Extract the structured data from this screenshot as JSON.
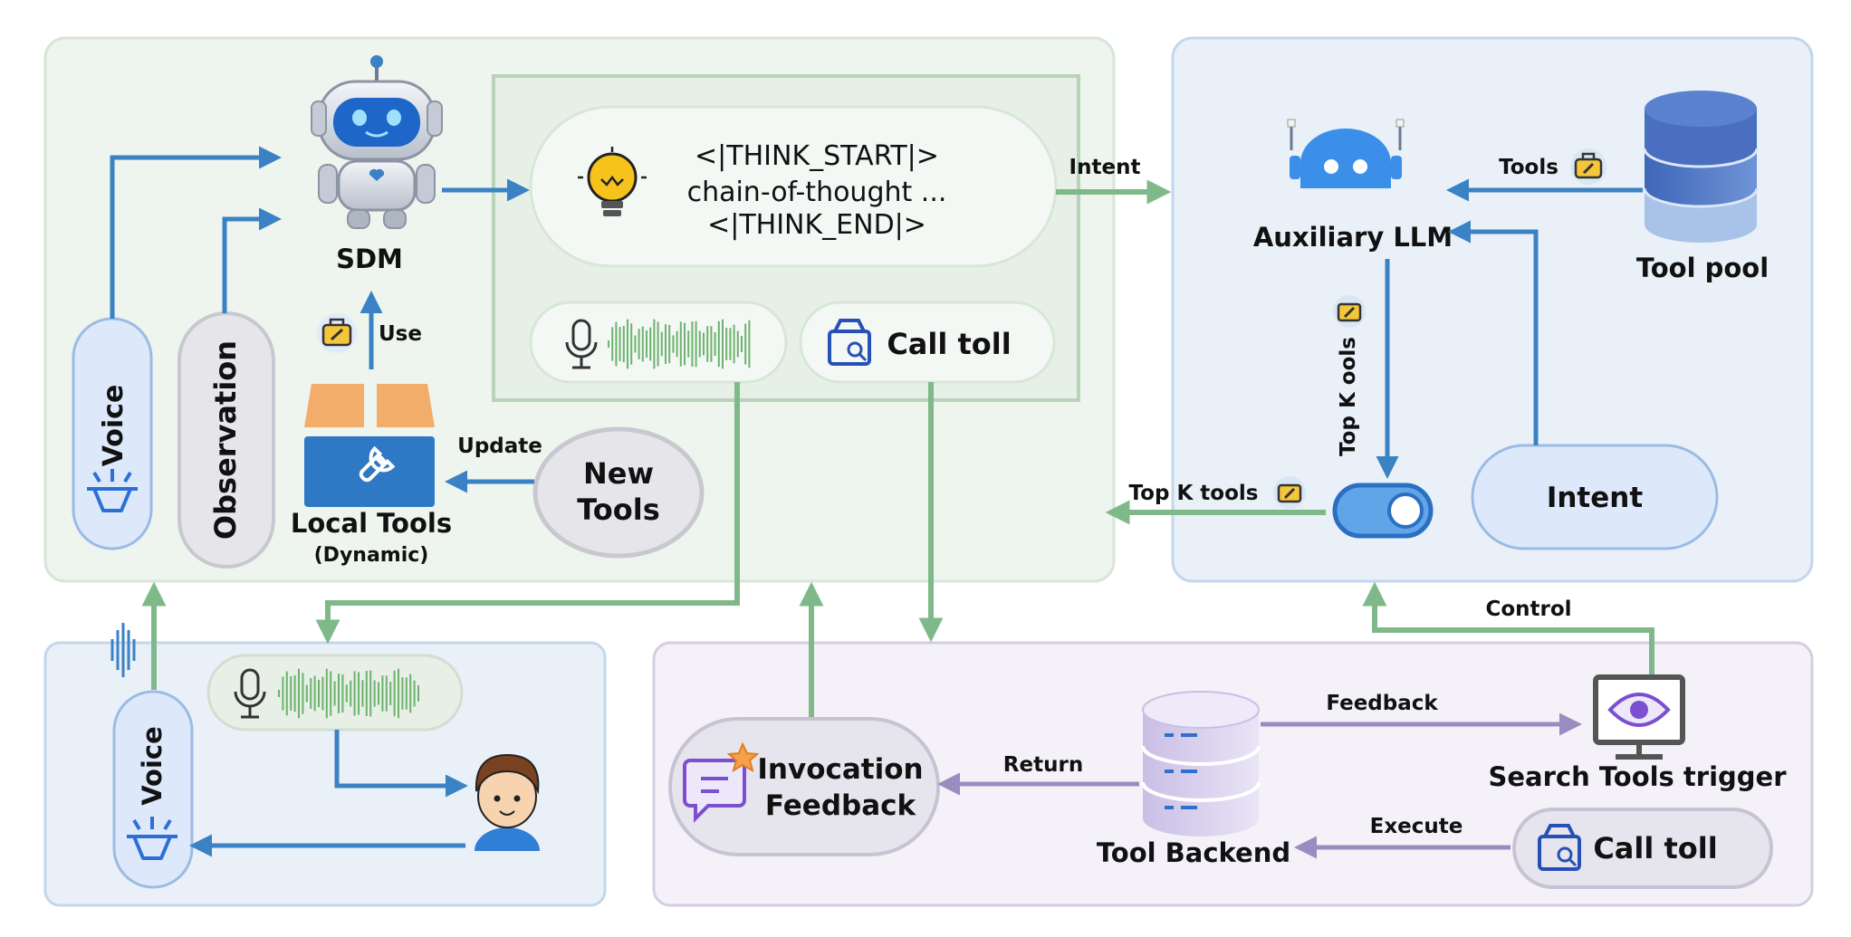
{
  "colors": {
    "panel_green_bg": "#eef4ee",
    "panel_green_border": "#cfe0cf",
    "panel_blue_bg": "#e9f0f8",
    "panel_blue_border": "#b8cfe8",
    "panel_purple_bg": "#f4f2f8",
    "panel_purple_border": "#cdc6da",
    "arrow_blue": "#3b82c4",
    "arrow_green": "#7fb98a",
    "arrow_purple": "#9a8cc0"
  },
  "sdm": {
    "label": "SDM"
  },
  "voice_top": {
    "label": "Voice"
  },
  "observation": {
    "label": "Observation"
  },
  "local_tools": {
    "label": "Local Tools",
    "sublabel": "(Dynamic)"
  },
  "use_label": "Use",
  "update_label": "Update",
  "new_tools": {
    "line1": "New",
    "line2": "Tools"
  },
  "thinking": {
    "start_token": "<|THINK_START|>",
    "body": "chain-of-thought ...",
    "end_token": "<|THINK_END|>"
  },
  "call_tool_top": "Call toll",
  "intent_arrow_label": "Intent",
  "auxiliary_llm": "Auxiliary LLM",
  "tools_label": "Tools",
  "tool_pool": "Tool pool",
  "top_k_vertical": "Top K ools",
  "top_k_tools": "Top K tools",
  "intent_box": "Intent",
  "voice_bottom": {
    "label": "Voice"
  },
  "control_label": "Control",
  "invocation_feedback": {
    "line1": "Invocation",
    "line2": "Feedback"
  },
  "return_label": "Return",
  "tool_backend": "Tool Backend",
  "feedback_label": "Feedback",
  "search_trigger": "Search Tools trigger",
  "execute_label": "Execute",
  "call_tool_bottom": "Call toll"
}
